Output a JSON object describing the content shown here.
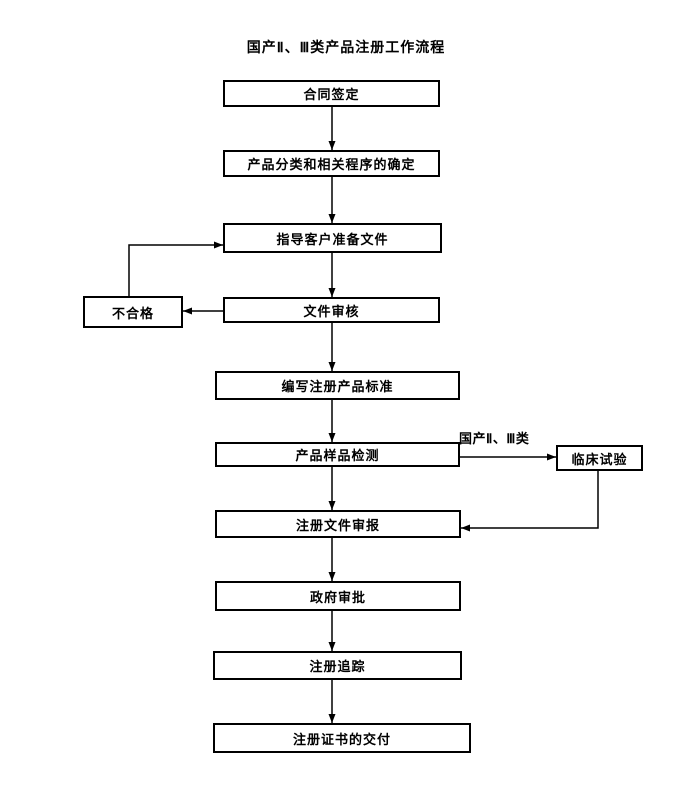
{
  "title": "国产Ⅱ、Ⅲ类产品注册工作流程",
  "colors": {
    "background": "#ffffff",
    "line": "#000000",
    "box_border": "#000000",
    "box_fill": "#ffffff",
    "text": "#000000"
  },
  "flowchart": {
    "main_nodes": [
      {
        "id": "contract-signing",
        "label": "合同签定"
      },
      {
        "id": "product-classification",
        "label": "产品分类和相关程序的确定"
      },
      {
        "id": "guide-customer-prepare-documents",
        "label": "指导客户准备文件"
      },
      {
        "id": "document-review",
        "label": "文件审核"
      },
      {
        "id": "write-registration-product-standard",
        "label": "编写注册产品标准"
      },
      {
        "id": "product-sample-testing",
        "label": "产品样品检测"
      },
      {
        "id": "registration-document-submission",
        "label": "注册文件审报"
      },
      {
        "id": "government-approval",
        "label": "政府审批"
      },
      {
        "id": "registration-tracking",
        "label": "注册追踪"
      },
      {
        "id": "registration-certificate-delivery",
        "label": "注册证书的交付"
      }
    ],
    "side_nodes": [
      {
        "id": "unqualified",
        "label": "不合格"
      },
      {
        "id": "clinical-trial",
        "label": "临床试验"
      }
    ],
    "edge_label": "国产Ⅱ、Ⅲ类",
    "edges": [
      {
        "from": "contract-signing",
        "to": "product-classification"
      },
      {
        "from": "product-classification",
        "to": "guide-customer-prepare-documents"
      },
      {
        "from": "guide-customer-prepare-documents",
        "to": "document-review"
      },
      {
        "from": "document-review",
        "to": "unqualified"
      },
      {
        "from": "unqualified",
        "to": "guide-customer-prepare-documents"
      },
      {
        "from": "document-review",
        "to": "write-registration-product-standard"
      },
      {
        "from": "write-registration-product-standard",
        "to": "product-sample-testing"
      },
      {
        "from": "product-sample-testing",
        "to": "registration-document-submission"
      },
      {
        "from": "product-sample-testing",
        "to": "clinical-trial",
        "label": "国产Ⅱ、Ⅲ类"
      },
      {
        "from": "clinical-trial",
        "to": "registration-document-submission"
      },
      {
        "from": "registration-document-submission",
        "to": "government-approval"
      },
      {
        "from": "government-approval",
        "to": "registration-tracking"
      },
      {
        "from": "registration-tracking",
        "to": "registration-certificate-delivery"
      }
    ]
  }
}
